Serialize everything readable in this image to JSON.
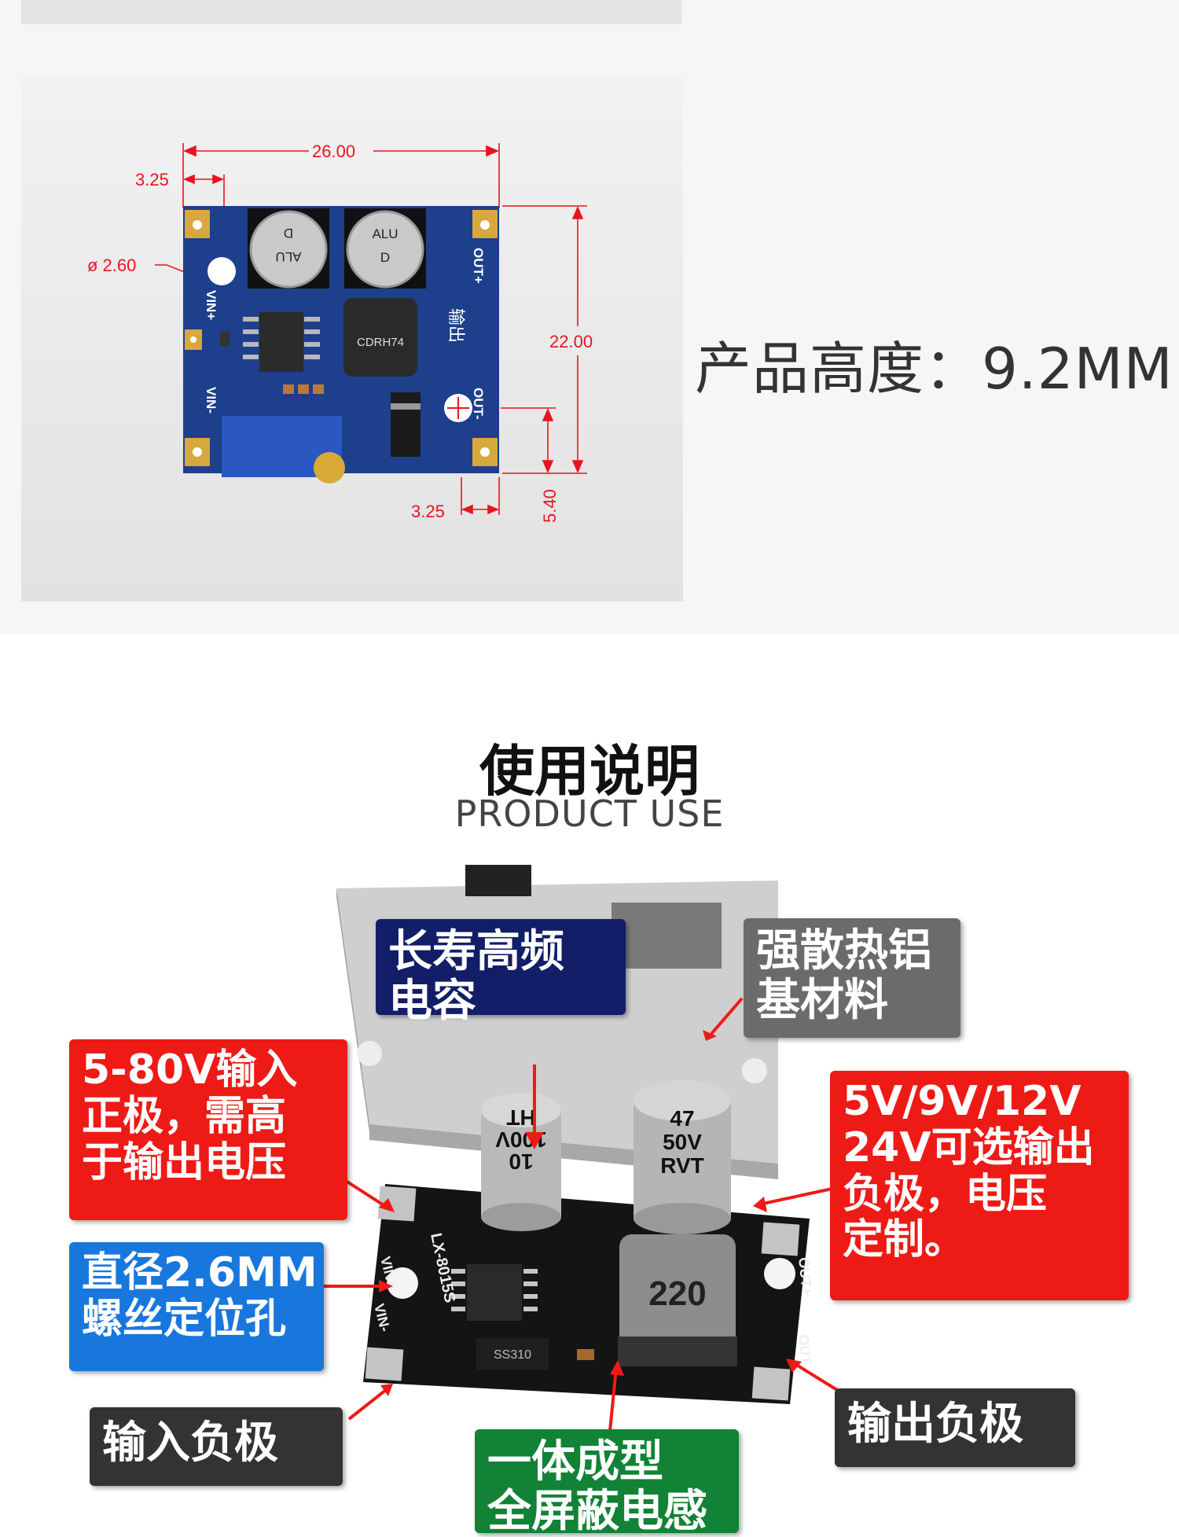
{
  "dimensions": {
    "width_top": "26.00",
    "offset_top_left": "3.25",
    "hole_diameter": "ø 2.60",
    "height_right": "22.00",
    "offset_bottom_right": "3.25",
    "offset_bottom_vertical": "5.40"
  },
  "dim_pcb": {
    "cap1_text_a": "D",
    "cap1_text_b": "ALU",
    "cap2_text_a": "ALU",
    "cap2_text_b": "D",
    "inductor_label": "CDRH74",
    "pin_vin_plus": "VIN+",
    "pin_vin_minus": "VIN-",
    "pin_out_plus": "OUT+",
    "pin_out_minus": "OUT-",
    "silk_output": "输出"
  },
  "product_height": "产品高度：9.2MM",
  "section": {
    "title_cn": "使用说明",
    "title_en": "PRODUCT USE"
  },
  "photo": {
    "cap1_line1": "10",
    "cap1_line2": "100V",
    "cap1_line3": "HT",
    "cap2_line1": "47",
    "cap2_line2": "50V",
    "cap2_line3": "RVT",
    "inductor": "220",
    "model": "LX-8015S",
    "diode": "SS310",
    "pin_vin_plus": "VIN+",
    "pin_vin_minus": "VIN-",
    "pin_out_plus": "OUT+",
    "pin_out_minus": "OUT-"
  },
  "callouts": {
    "capacitor": "长寿高频\n电容",
    "heatsink": "强散热铝\n基材料",
    "input_positive": "5-80V输入\n正极，需高\n于输出电压",
    "output_options": "5V/9V/12V\n24V可选输出\n负极，电压\n定制。",
    "mount_hole": "直径2.6MM\n螺丝定位孔",
    "input_negative": "输入负极",
    "output_negative": "输出负极",
    "inductor": "一体成型\n全屏蔽电感"
  },
  "colors": {
    "callout_red": "#ee1a16",
    "callout_navy": "#121e68",
    "callout_gray": "#6b6b6b",
    "callout_blue": "#1877dc",
    "callout_dark": "#333333",
    "callout_green": "#128236",
    "dimension_red": "#e8141e",
    "pcb_blue": "#1d3f8c"
  }
}
